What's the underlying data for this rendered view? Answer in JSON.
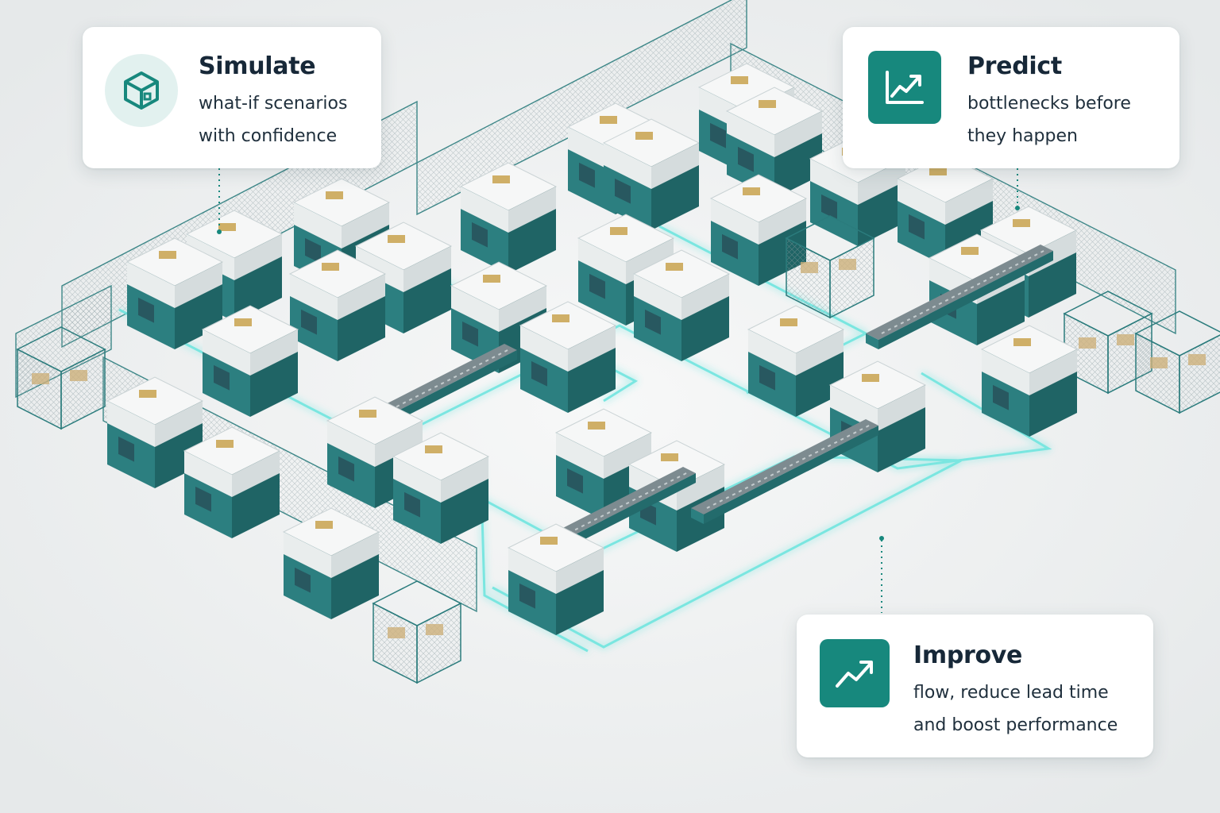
{
  "cards": {
    "simulate": {
      "title": "Simulate",
      "line1": "what-if scenarios",
      "line2": "with confidence",
      "icon": "cube-icon"
    },
    "predict": {
      "title": "Predict",
      "line1": "bottlenecks before",
      "line2": "they happen",
      "icon": "line-chart-icon"
    },
    "improve": {
      "title": "Improve",
      "line1": "flow, reduce lead time",
      "line2": "and boost performance",
      "icon": "trending-up-icon"
    }
  },
  "colors": {
    "accent": "#17887d",
    "accent_light": "#e2f1ef",
    "machine_teal": "#2c7f80",
    "machine_white": "#f2f4f4",
    "glow_path": "#6ee5df",
    "floor": "#eef0f1",
    "title_text": "#172838"
  }
}
